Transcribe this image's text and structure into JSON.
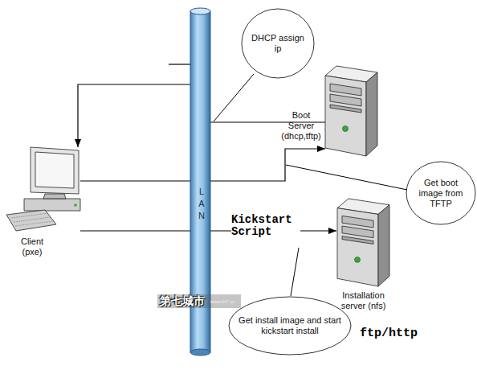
{
  "diagram": {
    "nodes": [
      {
        "text": [
          "DHCP assign ip"
        ]
      },
      {
        "text": [
          "Boot Server (dhcp,tftp)"
        ]
      },
      {
        "text": [
          "Client (pxe)"
        ]
      },
      {
        "text": [
          "Get boot image from TFTP"
        ]
      },
      {
        "text": [
          "Installation server (nfs)"
        ]
      },
      {
        "text": [
          "Get install image and start kickstart install"
        ]
      }
    ],
    "edges": [
      {
        "from": 1,
        "to": 2,
        "arrow": "to"
      },
      {
        "from": 2,
        "to": 1,
        "arrow": "to"
      },
      {
        "from": 2,
        "to": 4,
        "label": "Kickstart Script",
        "arrow": "to"
      }
    ],
    "labels": [
      "LAN",
      "ftp/http",
      "第七城市",
      "www.th7.cn"
    ]
  }
}
